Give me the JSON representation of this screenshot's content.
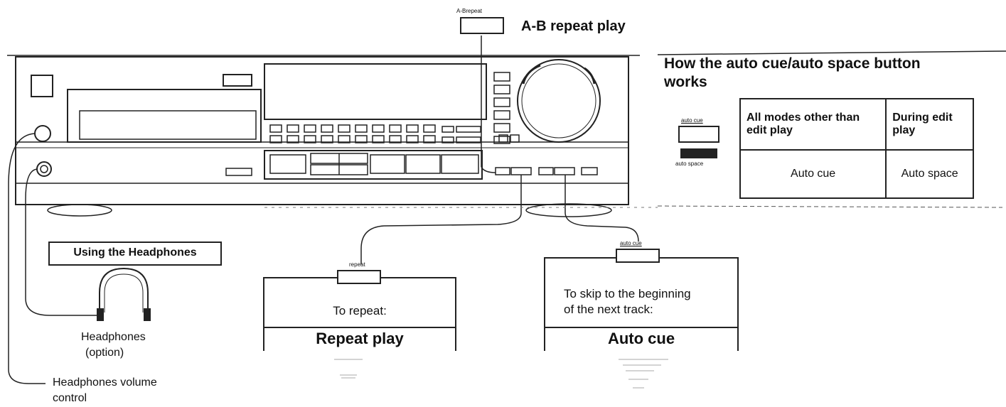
{
  "top": {
    "ab_button_label": "A-Brepeat",
    "ab_caption": "A-B repeat play"
  },
  "heading": {
    "line1": "How the auto cue/auto space button",
    "line2": "works"
  },
  "side_button": {
    "top_label": "auto cue",
    "bottom_label": "auto space"
  },
  "mode_table": {
    "col1_header": "All modes other than edit play",
    "col2_header": "During edit play",
    "col1_value": "Auto cue",
    "col2_value": "Auto space"
  },
  "headphones": {
    "title": "Using the Headphones",
    "label_line1": "Headphones",
    "label_line2": "(option)",
    "volume_line1": "Headphones volume",
    "volume_line2": "control"
  },
  "repeat_panel": {
    "button_label": "repeat",
    "instruction": "To repeat:",
    "title": "Repeat play"
  },
  "autocue_panel": {
    "button_label": "auto cue",
    "instruction_line1": "To skip to the beginning",
    "instruction_line2": "of the next track:",
    "title": "Auto cue"
  }
}
